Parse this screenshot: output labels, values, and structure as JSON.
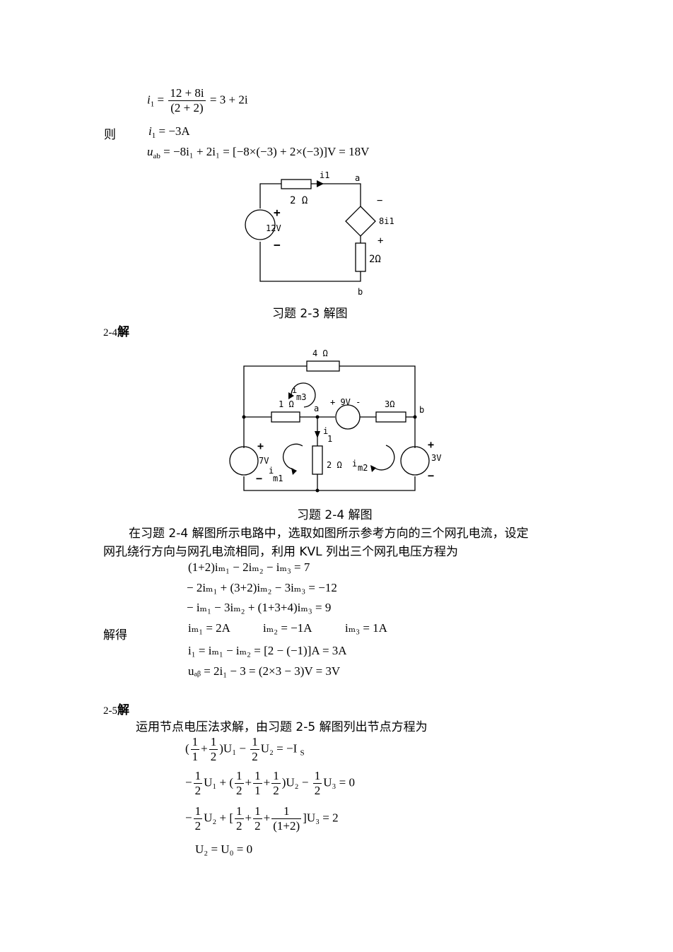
{
  "sol23": {
    "eq_i1_lhs": "i",
    "eq_i1_num": "12 + 8i",
    "eq_i1_den": "(2 + 2)",
    "eq_i1_rhs": "= 3 + 2i",
    "ze_label": "则",
    "eq_i1_val": "= −3A",
    "eq_uab": "= −8i₁ + 2i₁ = [−8×(−3) + 2×(−3)]V = 18V",
    "figure_caption": "习题 2-3 解图",
    "circuit": {
      "label_i1": "i1",
      "label_a": "a",
      "label_b": "b",
      "label_2ohm_top": "2 Ω",
      "label_12v": "12V",
      "label_dep": "8i1",
      "label_2ohm_right": "2Ω",
      "plus": "+",
      "minus": "−"
    }
  },
  "sol24": {
    "heading_num": "2-4",
    "heading_jie": "解",
    "figure_caption": "习题 2-4 解图",
    "circuit": {
      "r4": "4 Ω",
      "r1": "1 Ω",
      "r3": "3Ω",
      "r2": "2 Ω",
      "v9": "+ 9V -",
      "v7": "7V",
      "v3": "3V",
      "node_a": "a",
      "node_b": "b",
      "i1": "i",
      "i1_sub": "1",
      "im1": "i",
      "im1_sub": "m1",
      "im2": "i",
      "im2_sub": "m2",
      "im3": "i",
      "im3_sub": "m3",
      "plus": "+",
      "minus": "−"
    },
    "para_line1": "在习题 2-4 解图所示电路中，选取如图所示参考方向的三个网孔电流，设定",
    "para_line2": "网孔绕行方向与网孔电流相同，利用 KVL 列出三个网孔电压方程为",
    "mesh_eq1": "(1+2)iₘ₁ − 2iₘ₂ − iₘ₃ = 7",
    "mesh_eq2": "− 2iₘ₁ + (3+2)iₘ₂ − 3iₘ₃ = −12",
    "mesh_eq3": "− iₘ₁ − 3iₘ₂ + (1+3+4)iₘ₃ = 9",
    "jiede": "解得",
    "res_im1": "iₘ₁ = 2A",
    "res_im2": "iₘ₂ = −1A",
    "res_im3": "iₘ₃ = 1A",
    "res_i1": "i₁ = iₘ₁ − iₘ₂ = [2 − (−1)]A = 3A",
    "res_uab": "uₐᵦ = 2i₁ − 3 = (2×3 − 3)V = 3V"
  },
  "sol25": {
    "heading_num": "2-5",
    "heading_jie": "解",
    "intro": "运用节点电压法求解，由习题 2-5 解图列出节点方程为",
    "n1_tail": ")U₁ − ",
    "n1_end": "U₂ = −I",
    "n1_sub": "S",
    "n2_lead": "−",
    "n2_mid": "U₁ + (",
    "n2_tail": ")U₂ − ",
    "n2_end": "U₃ = 0",
    "n3_lead": "−",
    "n3_mid": "U₂ + [",
    "n3_end": "]U₃ = 2",
    "n4": "U₂ = U₀ = 0",
    "one": "1",
    "two": "2",
    "plus": "+",
    "den12": "(1+2)"
  }
}
